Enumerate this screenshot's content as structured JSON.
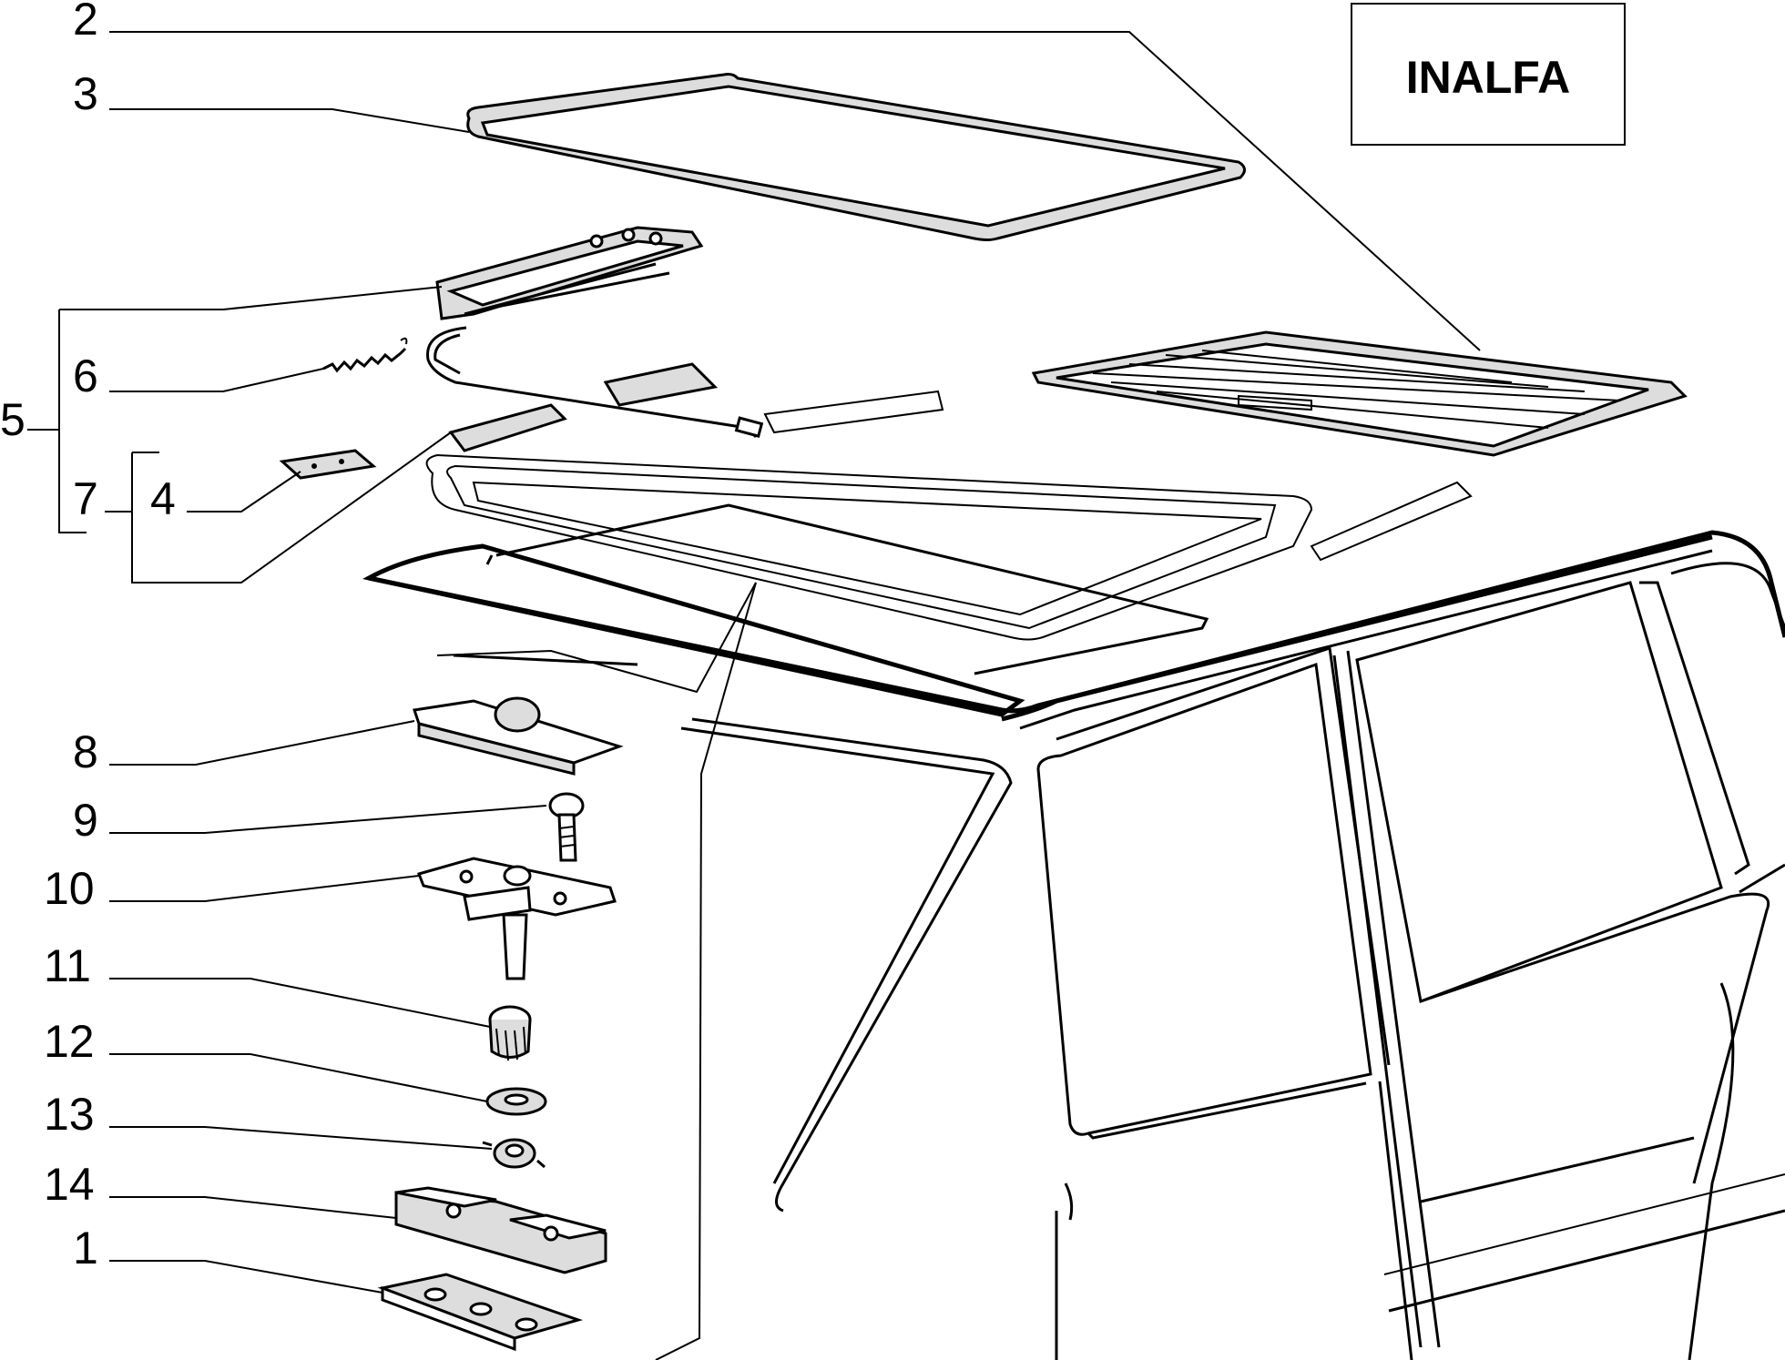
{
  "brand_box": {
    "text": "INALFA"
  },
  "callouts": [
    {
      "id": "2",
      "text": "2"
    },
    {
      "id": "3",
      "text": "3"
    },
    {
      "id": "5",
      "text": "5"
    },
    {
      "id": "6",
      "text": "6"
    },
    {
      "id": "7",
      "text": "7"
    },
    {
      "id": "4",
      "text": "4"
    },
    {
      "id": "8",
      "text": "8"
    },
    {
      "id": "9",
      "text": "9"
    },
    {
      "id": "10",
      "text": "10"
    },
    {
      "id": "11",
      "text": "11"
    },
    {
      "id": "12",
      "text": "12"
    },
    {
      "id": "13",
      "text": "13"
    },
    {
      "id": "14",
      "text": "14"
    },
    {
      "id": "1",
      "text": "1"
    }
  ]
}
